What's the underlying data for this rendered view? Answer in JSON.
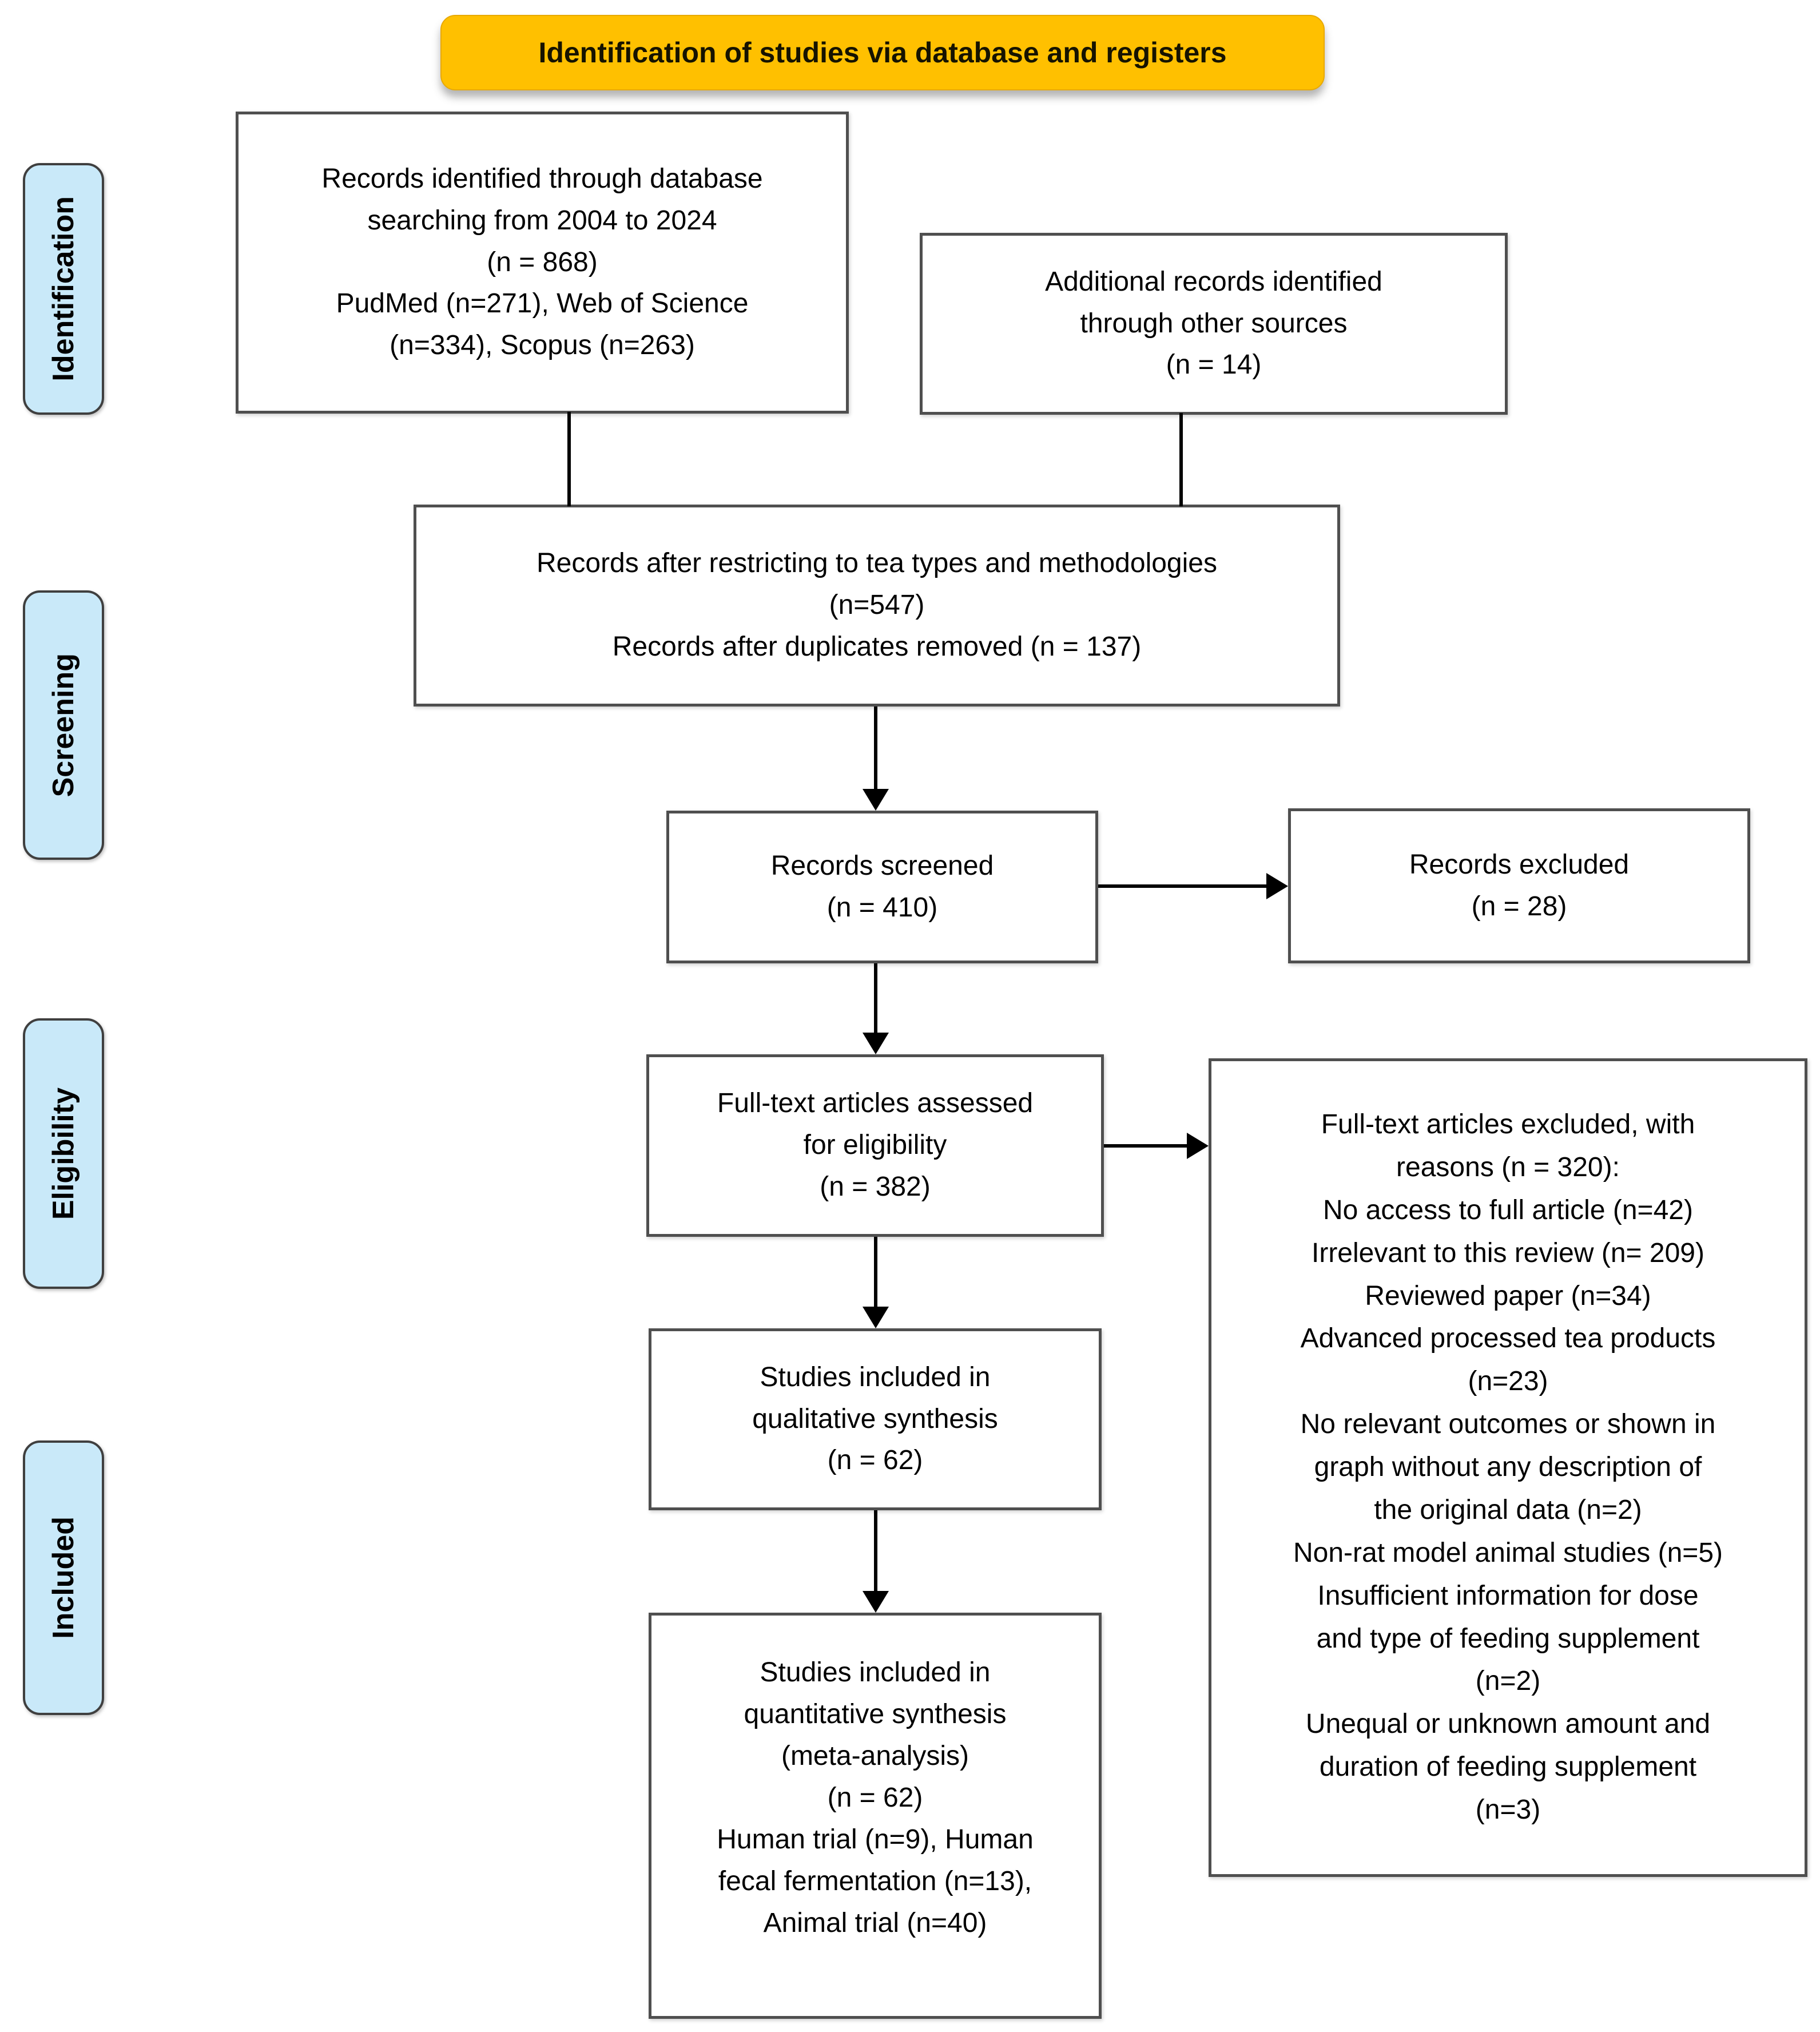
{
  "banner": {
    "title": "Identification of studies via database and registers"
  },
  "sidebar": [
    {
      "label": "Identification"
    },
    {
      "label": "Screening"
    },
    {
      "label": "Eligibility"
    },
    {
      "label": "Included"
    }
  ],
  "boxes": {
    "records_identified": {
      "lines": [
        "Records identified through database",
        "searching from 2004 to 2024",
        "(n = 868)",
        "PudMed (n=271), Web of Science",
        "(n=334), Scopus (n=263)"
      ]
    },
    "additional_records": {
      "lines": [
        "Additional records identified",
        "through other sources",
        "(n = 14)"
      ]
    },
    "records_restricted": {
      "lines": [
        "Records after restricting to tea types and methodologies",
        "(n=547)",
        "Records after duplicates removed (n = 137)"
      ]
    },
    "records_screened": {
      "lines": [
        "Records screened",
        "(n = 410)"
      ]
    },
    "records_excluded": {
      "lines": [
        "Records excluded",
        "(n = 28)"
      ]
    },
    "fulltext_assessed": {
      "lines": [
        "Full-text articles assessed",
        "for eligibility",
        "(n = 382)"
      ]
    },
    "fulltext_excluded": {
      "lines": [
        "Full-text articles excluded, with",
        "reasons (n = 320):",
        "No access to full article (n=42)",
        "Irrelevant to this review (n= 209)",
        "Reviewed paper (n=34)",
        "Advanced processed tea products",
        "(n=23)",
        "No relevant outcomes or shown in",
        "graph without any description of",
        "the original data (n=2)",
        "Non-rat model animal studies (n=5)",
        "Insufficient information for dose",
        "and type of feeding supplement",
        "(n=2)",
        "Unequal or unknown amount and",
        "duration of feeding supplement",
        "(n=3)"
      ]
    },
    "qualitative": {
      "lines": [
        "Studies included in",
        "qualitative synthesis",
        "(n = 62)"
      ]
    },
    "quantitative": {
      "lines": [
        "Studies included in",
        "quantitative synthesis",
        "(meta-analysis)",
        "(n = 62)",
        "Human trial (n=9), Human",
        "fecal fermentation (n=13),",
        "Animal trial (n=40)"
      ]
    }
  },
  "colors": {
    "banner_bg": "#ffc000",
    "stage_bg": "#c9e9f9",
    "box_border": "#4f4f4f",
    "arrow": "#000000"
  }
}
